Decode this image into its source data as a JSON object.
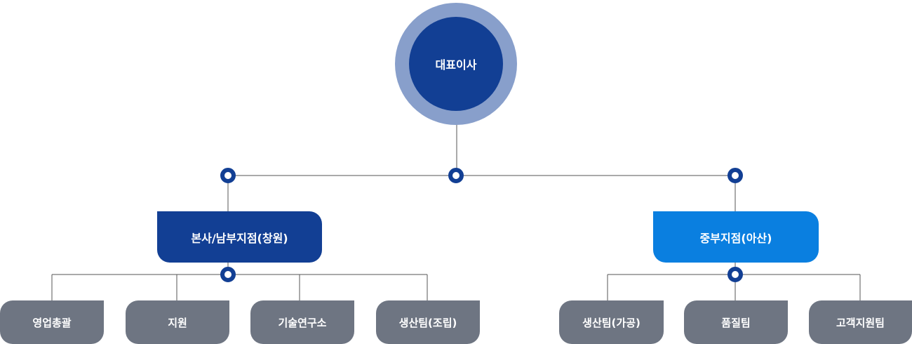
{
  "ceo": {
    "label": "대표이사"
  },
  "branches": [
    {
      "label": "본사/남부지점(창원)",
      "color": "#123f94",
      "teams": [
        "영업총괄",
        "지원",
        "기술연구소",
        "생산팀(조립)"
      ]
    },
    {
      "label": "중부지점(아산)",
      "color": "#0a7fe0",
      "teams": [
        "생산팀(가공)",
        "품질팀",
        "고객지원팀"
      ]
    }
  ],
  "colors": {
    "connector": "#555555",
    "ceo_ring": "#889fcb",
    "ceo_core": "#123f94",
    "team_box": "#6e7582"
  }
}
